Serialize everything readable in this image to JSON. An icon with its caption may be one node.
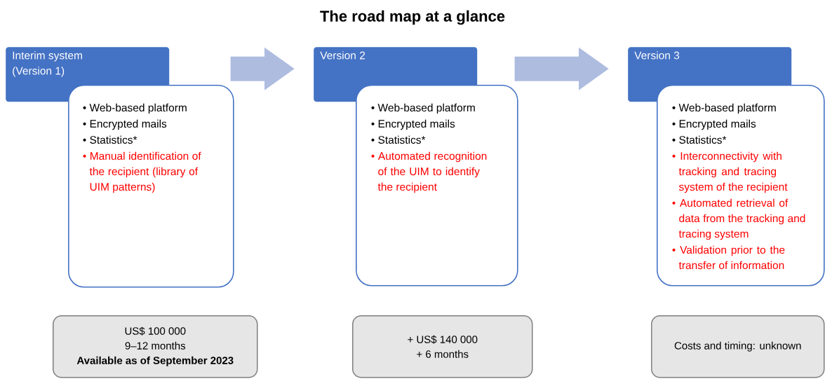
{
  "diagram": {
    "title": "The road map at a glance",
    "nodes": [
      {
        "text": [
          "Interim system (Version 1)"
        ]
      },
      {
        "text": [
          "• Web-based platform",
          "• Encrypted mails",
          "• Statistics*",
          "• Manual identification of the recipient (library of UIM patterns)"
        ]
      },
      {
        "text": [
          "Version 2"
        ]
      },
      {
        "text": [
          "• Web-based platform",
          "• Encrypted mails",
          "• Statistics*",
          "• Automated recognition of the UIM to identify the recipient"
        ]
      },
      {
        "text": [
          "Version 3"
        ]
      },
      {
        "text": [
          "• Web-based platform",
          "• Encrypted mails",
          "• Statistics*",
          "• Interconnectivity with tracking and tracing system of the recipient",
          "• Automated retrieval of data from the tracking and tracing system",
          "• Validation prior to the transfer of information"
        ]
      },
      {
        "text": [
          "US$ 100 000",
          "9–12 months",
          "**Available as of September 2023**"
        ]
      },
      {
        "text": [
          "+ US$ 140 000",
          "+ 6 months"
        ]
      },
      {
        "text": [
          "Costs and timing: unknown"
        ]
      }
    ],
    "edges": [
      {
        "from": 1,
        "to": 2,
        "arrow": "to"
      },
      {
        "from": 3,
        "to": 4,
        "arrow": "to"
      }
    ]
  }
}
